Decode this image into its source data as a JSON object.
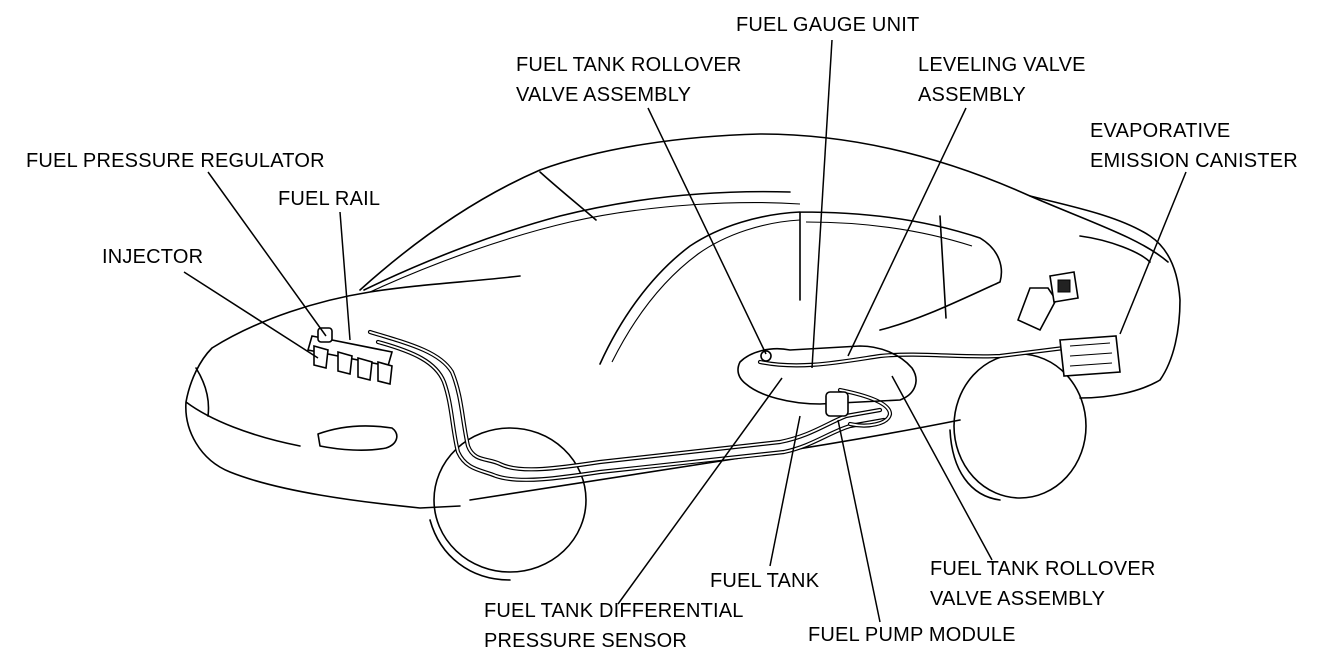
{
  "labels": {
    "fuel_gauge_unit": [
      "FUEL GAUGE UNIT"
    ],
    "rollover_valve_top": [
      "FUEL TANK ROLLOVER",
      "VALVE ASSEMBLY"
    ],
    "leveling_valve": [
      "LEVELING VALVE",
      "ASSEMBLY"
    ],
    "evap_canister": [
      "EVAPORATIVE",
      "EMISSION CANISTER"
    ],
    "fuel_pressure_regulator": [
      "FUEL PRESSURE REGULATOR"
    ],
    "fuel_rail": [
      "FUEL RAIL"
    ],
    "injector": [
      "INJECTOR"
    ],
    "fuel_tank": [
      "FUEL TANK"
    ],
    "rollover_valve_bottom": [
      "FUEL TANK ROLLOVER",
      "VALVE ASSEMBLY"
    ],
    "differential_sensor": [
      "FUEL TANK DIFFERENTIAL",
      "PRESSURE SENSOR"
    ],
    "fuel_pump_module": [
      "FUEL PUMP MODULE"
    ]
  }
}
